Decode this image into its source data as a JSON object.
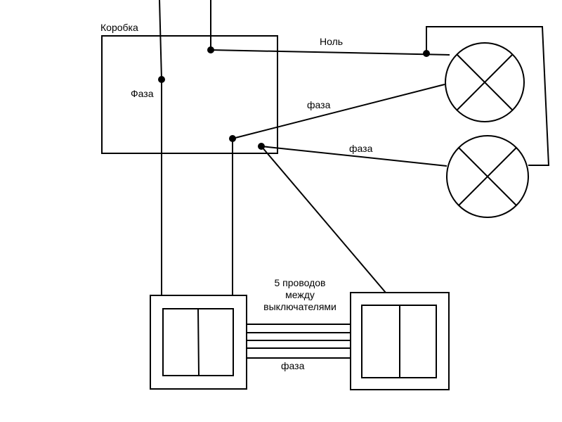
{
  "labels": {
    "box": "Коробка",
    "neutral": "Ноль",
    "phase_in": "Фаза",
    "phase_lamp1": "фаза",
    "phase_lamp2": "фаза",
    "wires_line1": "5 проводов",
    "wires_line2": "между",
    "wires_line3": "выключателями",
    "phase_bottom": "фаза"
  },
  "colors": {
    "stroke": "#000000",
    "background": "#ffffff"
  }
}
